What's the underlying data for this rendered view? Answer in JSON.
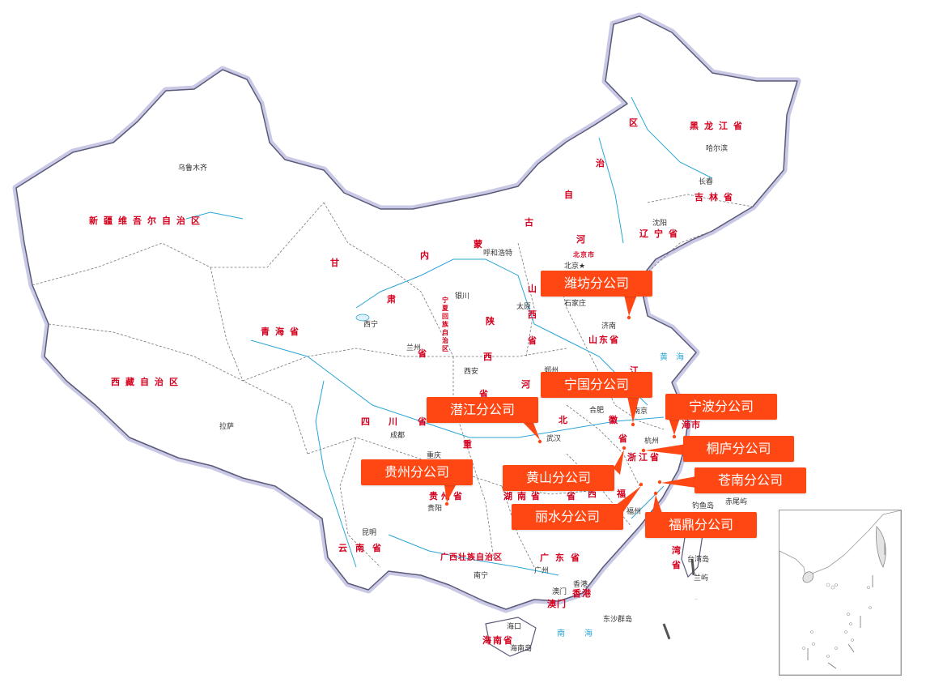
{
  "map": {
    "provinces": [
      {
        "name": "新疆维吾尔自治区"
      },
      {
        "name": "西藏自治区"
      },
      {
        "name": "青海省"
      },
      {
        "name": "甘"
      },
      {
        "name": "肃"
      },
      {
        "name": "省"
      },
      {
        "name": "内"
      },
      {
        "name": "蒙"
      },
      {
        "name": "古"
      },
      {
        "name": "自"
      },
      {
        "name": "治"
      },
      {
        "name": "区"
      },
      {
        "name": "黑龙江省"
      },
      {
        "name": "吉林省"
      },
      {
        "name": "辽宁省"
      },
      {
        "name": "河"
      },
      {
        "name": "北京市"
      },
      {
        "name": "山"
      },
      {
        "name": "西"
      },
      {
        "name": "省"
      },
      {
        "name": "山东省"
      },
      {
        "name": "陕"
      },
      {
        "name": "西"
      },
      {
        "name": "省"
      },
      {
        "name": "宁夏回族自治区"
      },
      {
        "name": "河"
      },
      {
        "name": "四"
      },
      {
        "name": "川"
      },
      {
        "name": "省"
      },
      {
        "name": "贵州省"
      },
      {
        "name": "云南省"
      },
      {
        "name": "广西壮族自治区"
      },
      {
        "name": "广东省"
      },
      {
        "name": "湖南省"
      },
      {
        "name": "西"
      },
      {
        "name": "福"
      },
      {
        "name": "浙江省"
      },
      {
        "name": "徽"
      },
      {
        "name": "省"
      },
      {
        "name": "海市"
      },
      {
        "name": "江"
      },
      {
        "name": "湾"
      },
      {
        "name": "省"
      },
      {
        "name": "香港"
      },
      {
        "name": "澳门"
      },
      {
        "name": "海南省"
      },
      {
        "name": "重"
      },
      {
        "name": "北"
      },
      {
        "name": "省"
      }
    ],
    "cities": [
      {
        "name": "乌鲁木齐"
      },
      {
        "name": "哈尔滨"
      },
      {
        "name": "长春"
      },
      {
        "name": "沈阳"
      },
      {
        "name": "呼和浩特"
      },
      {
        "name": "北京★"
      },
      {
        "name": "石家庄"
      },
      {
        "name": "太原"
      },
      {
        "name": "济南"
      },
      {
        "name": "银川"
      },
      {
        "name": "西宁"
      },
      {
        "name": "兰州"
      },
      {
        "name": "西安"
      },
      {
        "name": "郑州"
      },
      {
        "name": "合肥"
      },
      {
        "name": "南京"
      },
      {
        "name": "武汉"
      },
      {
        "name": "杭州"
      },
      {
        "name": "成都"
      },
      {
        "name": "重庆"
      },
      {
        "name": "拉萨"
      },
      {
        "name": "贵阳"
      },
      {
        "name": "昆明"
      },
      {
        "name": "南宁"
      },
      {
        "name": "广州"
      },
      {
        "name": "香港"
      },
      {
        "name": "澳门"
      },
      {
        "name": "福州"
      },
      {
        "name": "台湾岛"
      },
      {
        "name": "钓鱼岛"
      },
      {
        "name": "赤尾屿"
      },
      {
        "name": "兰屿"
      },
      {
        "name": "东沙群岛"
      },
      {
        "name": "海口"
      },
      {
        "name": "海南岛"
      }
    ],
    "seas": [
      {
        "name": "黄海"
      },
      {
        "name": "南海"
      }
    ]
  },
  "branches": [
    {
      "name": "潍坊分公司"
    },
    {
      "name": "宁国分公司"
    },
    {
      "name": "宁波分公司"
    },
    {
      "name": "潜江分公司"
    },
    {
      "name": "桐庐分公司"
    },
    {
      "name": "贵州分公司"
    },
    {
      "name": "黄山分公司"
    },
    {
      "name": "苍南分公司"
    },
    {
      "name": "丽水分公司"
    },
    {
      "name": "福鼎分公司"
    }
  ],
  "colors": {
    "callout": "#ff4714",
    "province_label": "#d4001e",
    "river": "#2aa6d6",
    "border_shadow": "#c9c9e6",
    "land": "#ffffff"
  }
}
